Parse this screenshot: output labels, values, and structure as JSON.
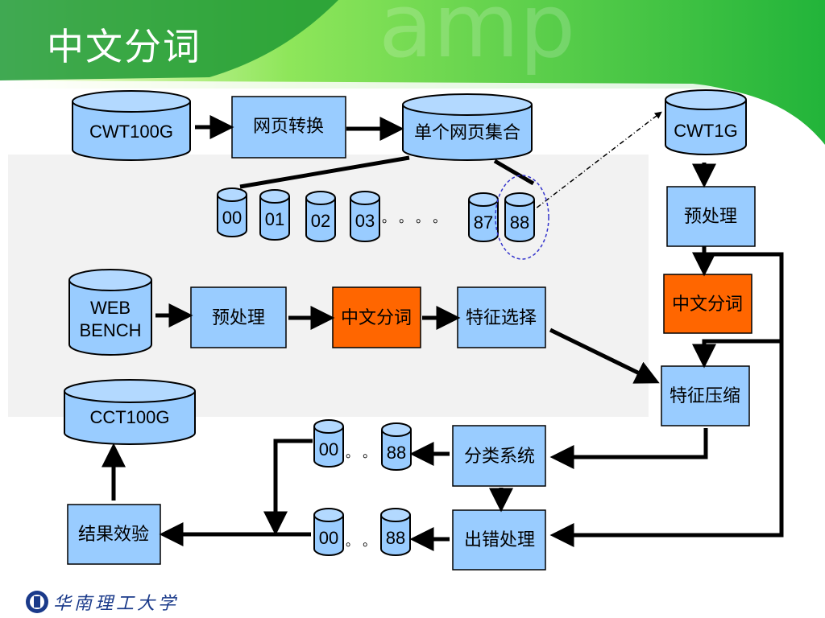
{
  "slide": {
    "title": "中文分词",
    "header_colors": {
      "light": "#a6ef63",
      "dark": "#2db43c"
    }
  },
  "diagram": {
    "top_row": {
      "cwt100g": "CWT100G",
      "convert": "网页转换",
      "single_collection": "单个网页集合",
      "cwt1g": "CWT1G"
    },
    "partitions": [
      "00",
      "01",
      "02",
      "03",
      "87",
      "88"
    ],
    "partition_dots": "。  。  。  。",
    "middle_row": {
      "webbench_line1": "WEB",
      "webbench_line2": "BENCH",
      "preprocess": "预处理",
      "segmentation": "中文分词",
      "feature_select": "特征选择"
    },
    "right_column": {
      "preprocess": "预处理",
      "segmentation": "中文分词",
      "feature_compress": "特征压缩"
    },
    "bottom": {
      "cct100g": "CCT100G",
      "classify": "分类系统",
      "error_handle": "出错处理",
      "evaluate": "结果效验",
      "out_start": "00",
      "out_end": "88",
      "out_dots": "。 。"
    },
    "colors": {
      "box": "#99ccff",
      "highlight": "#ff6600"
    }
  },
  "footer": {
    "university_name": "华南理工大学",
    "logo_icon": "university-emblem-icon"
  }
}
